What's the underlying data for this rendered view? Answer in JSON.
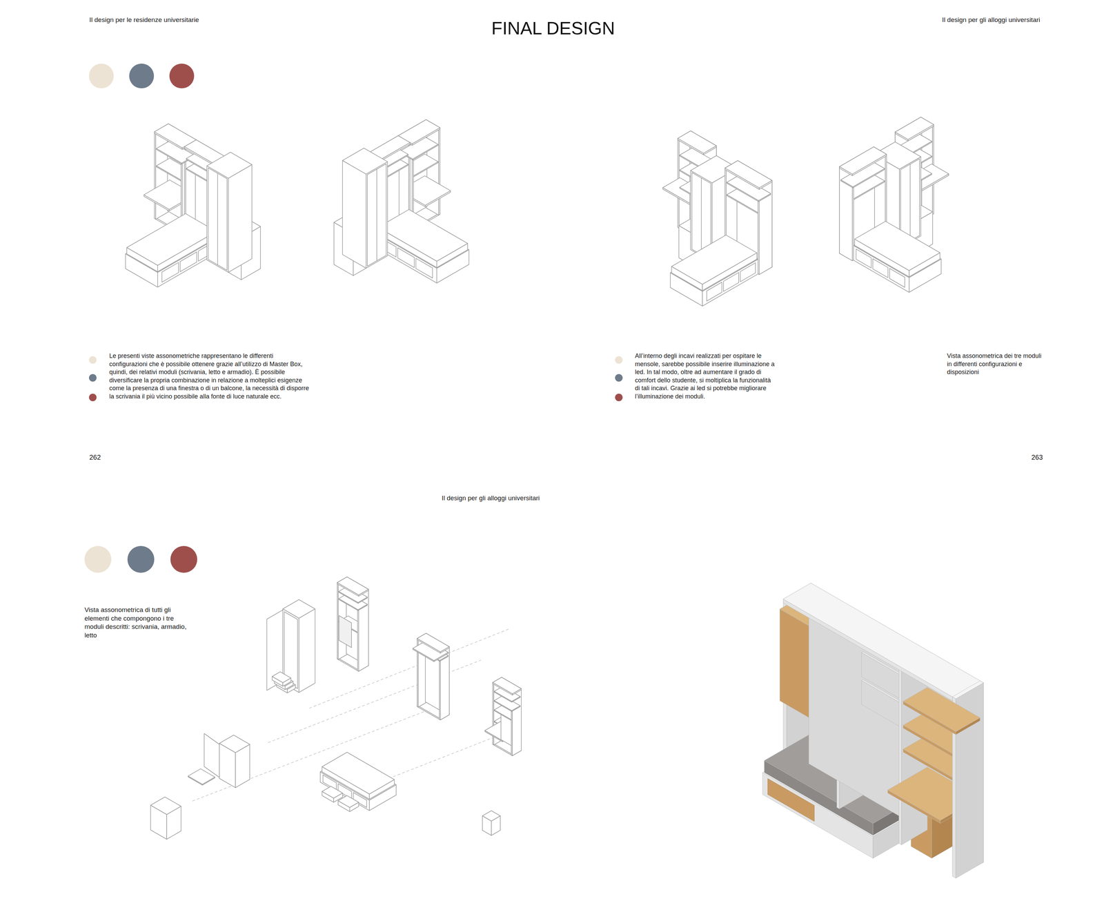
{
  "diagram": {
    "title": "FINAL DESIGN",
    "labels": [
      "Il design per le residenze universitarie",
      "Il design per gli alloggi universitari",
      "Le presenti viste assonometriche rappresentano le differenti configurazioni che è possibile ottenere grazie all’utilizzo di Master Box, quindi, dei relativi moduli (scrivania, letto e armadio). È possibile diversificare la propria combinazione in relazione a molteplici esigenze come la presenza di una finestra o di un balcone, la necessità di disporre la scrivania il più vicino possibile alla fonte di luce naturale ecc.",
      "All’interno degli incavi realizzati per ospitare le mensole, sarebbe possibile inserire illuminazione a led. In tal modo, oltre ad aumentare il grado di comfort dello studente, si moltiplica la funzionalità di tali incavi. Grazie ai led si potrebbe migliorare l’illuminazione dei moduli.",
      "Vista assonometrica dei tre moduli in differenti configurazioni e disposizioni",
      "262",
      "263",
      "Il design per gli alloggi universitari",
      "Vista assonometrica di tutti gli elementi che compongono i tre moduli descritti: scrivania, armadio, letto"
    ]
  }
}
